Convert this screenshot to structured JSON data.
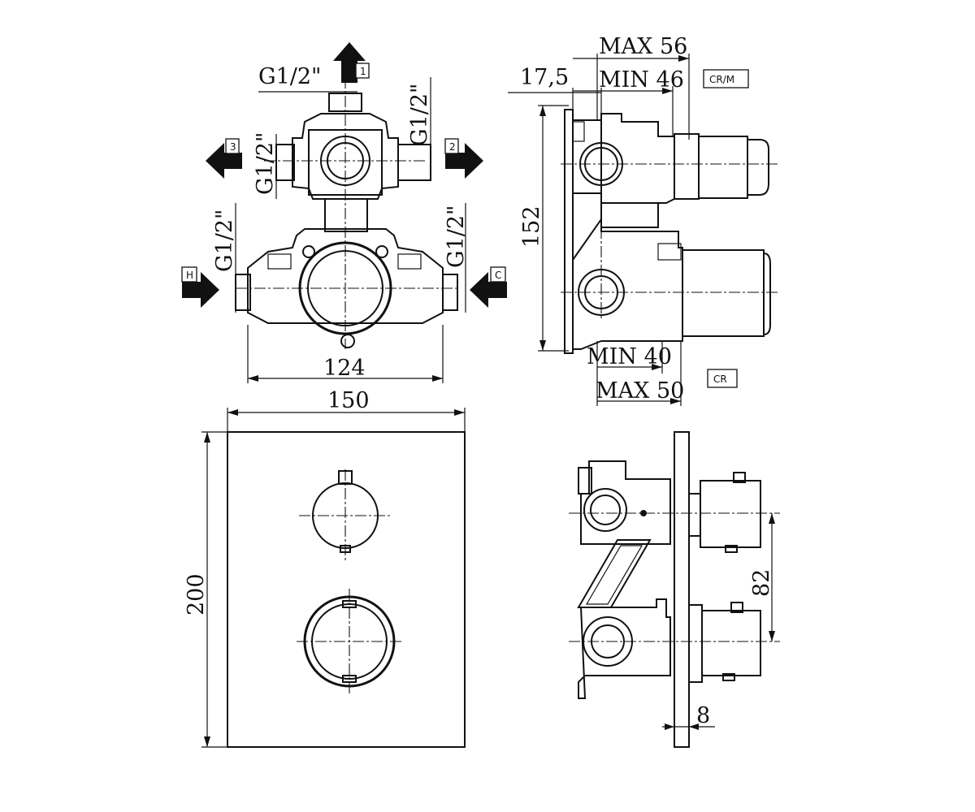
{
  "dimensions": {
    "thread_top": "G1/2\"",
    "thread_left": "G1/2\"",
    "thread_right": "G1/2\"",
    "thread_lower_left": "G1/2\"",
    "thread_lower_right": "G1/2\"",
    "width_body": "124",
    "plate_width": "150",
    "plate_height": "200",
    "depth_total": "152",
    "offset": "17,5",
    "max_upper": "MAX 56",
    "min_upper": "MIN 46",
    "min_lower": "MIN 40",
    "max_lower": "MAX 50",
    "handle_spacing": "82",
    "plate_thickness": "8"
  },
  "outlets": {
    "outlet_1": "1",
    "outlet_2": "2",
    "outlet_3": "3",
    "inlet_hot": "H",
    "inlet_cold": "C"
  },
  "variants": {
    "upper": "CR/M",
    "lower": "CR"
  }
}
